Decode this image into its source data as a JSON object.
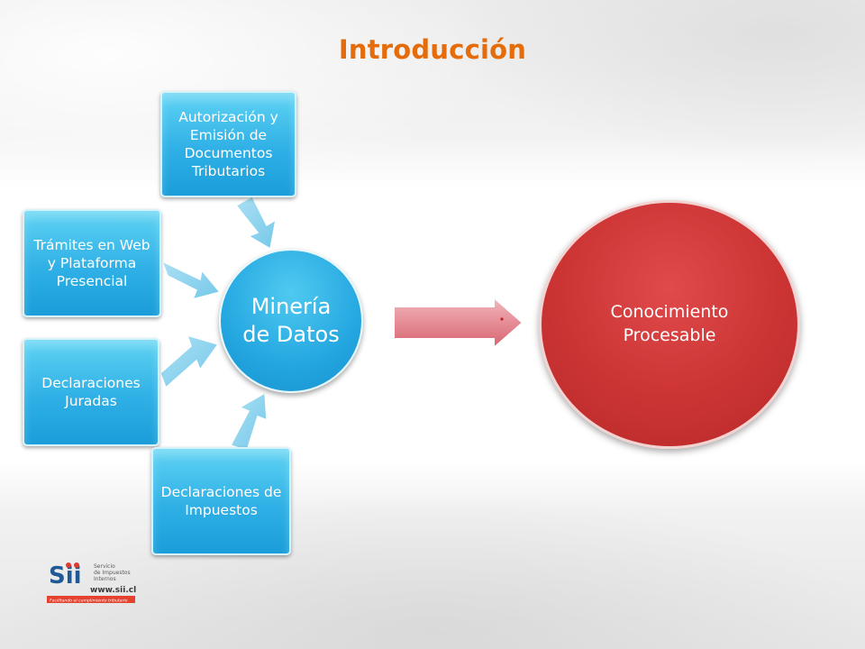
{
  "title": "Introducción",
  "diagram": {
    "inputs": [
      {
        "id": "autorizacion",
        "label": "Autorización y Emisión de Documentos Tributarios"
      },
      {
        "id": "tramites",
        "label": "Trámites en Web y Plataforma Presencial"
      },
      {
        "id": "declaraciones_juradas",
        "label": "Declaraciones Juradas"
      },
      {
        "id": "declaraciones_impuestos",
        "label": "Declaraciones de Impuestos"
      }
    ],
    "center": {
      "label": "Minería de Datos"
    },
    "output": {
      "label": "Conocimiento Procesable"
    }
  },
  "colors": {
    "title": "#e46c0a",
    "input_box": "#2fb0e6",
    "center_circle": "#24a6e0",
    "output_circle": "#cc3434",
    "big_arrow": "#e58d96"
  },
  "logo": {
    "brand": "Sii",
    "org_line1": "Servicio",
    "org_line2": "de Impuestos",
    "org_line3": "Internos",
    "url": "www.sii.cl",
    "tagline": "Facilitando el cumplimiento tributario"
  }
}
